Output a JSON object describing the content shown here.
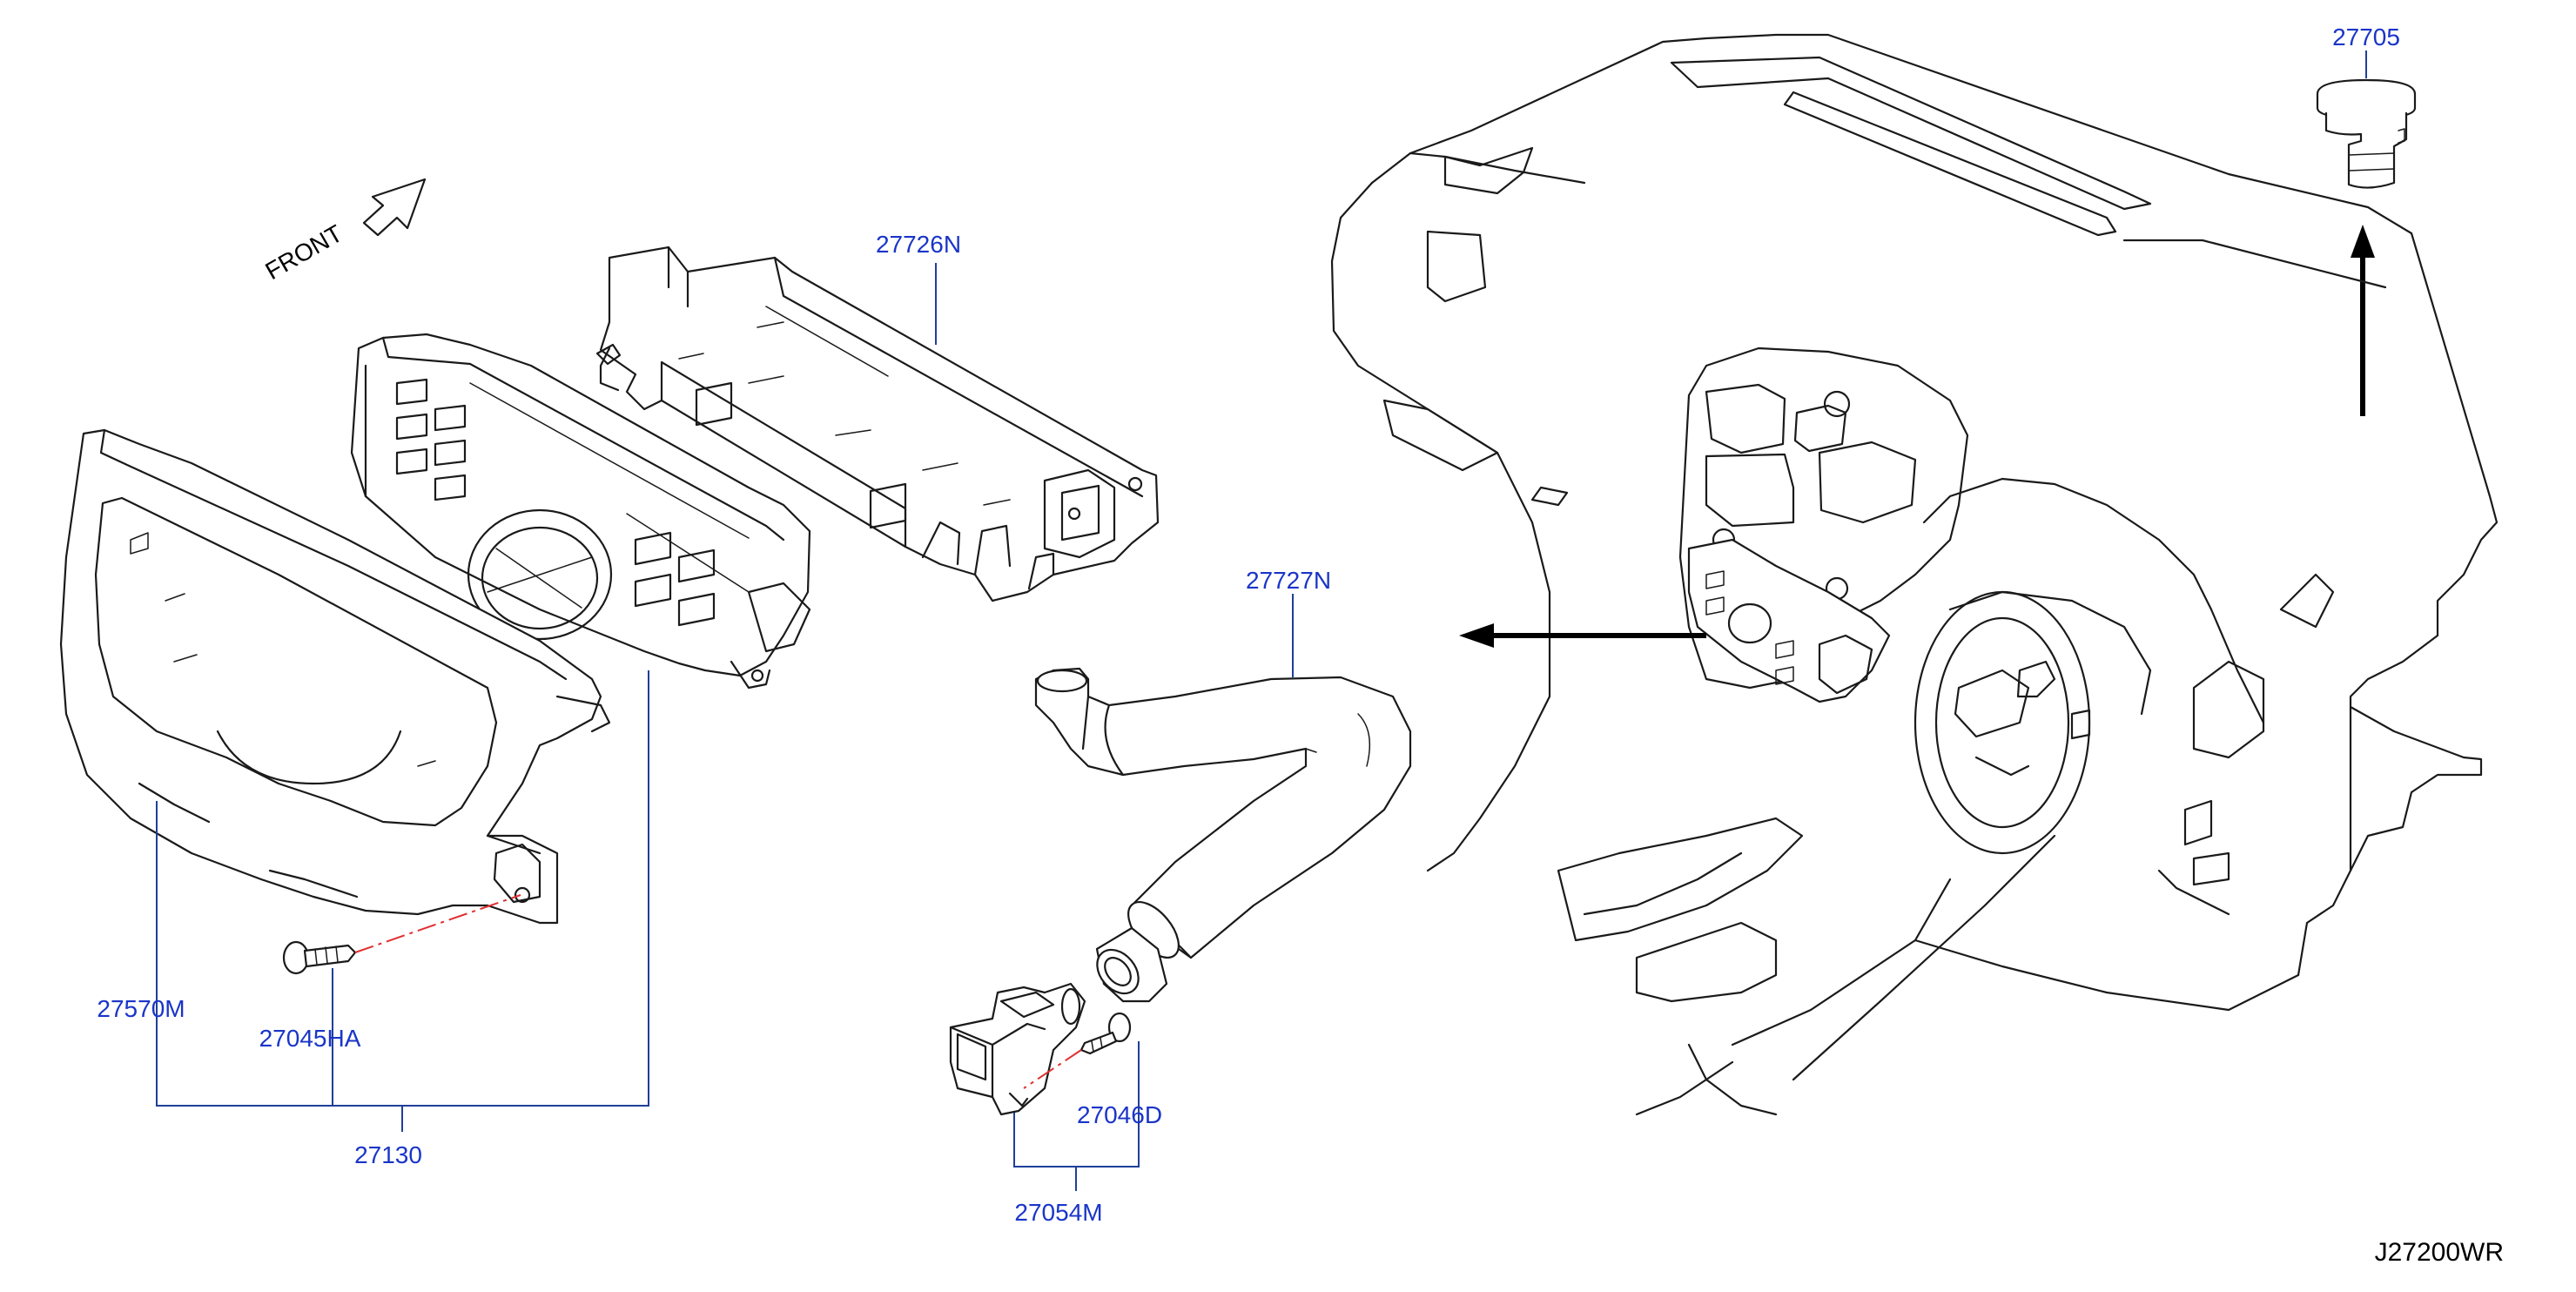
{
  "diagram": {
    "code": "J27200WR",
    "front_label": "FRONT",
    "parts": {
      "p27705": "27705",
      "p27726N": "27726N",
      "p27727N": "27727N",
      "p27570M": "27570M",
      "p27045HA": "27045HA",
      "p27130": "27130",
      "p27046D": "27046D",
      "p27054M": "27054M"
    }
  }
}
